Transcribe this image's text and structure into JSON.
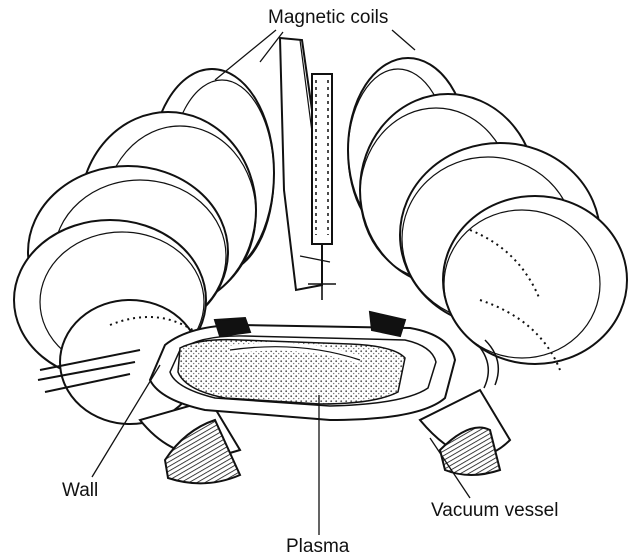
{
  "labels": {
    "magnetic_coils": "Magnetic coils",
    "wall": "Wall",
    "vacuum_vessel": "Vacuum vessel",
    "plasma": "Plasma"
  },
  "colors": {
    "ink": "#111111",
    "paper": "#ffffff",
    "plasma_stipple": "#9a9a9a"
  }
}
